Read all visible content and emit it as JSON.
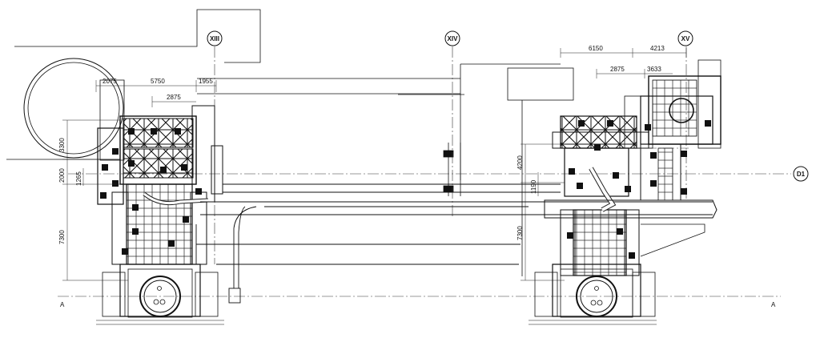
{
  "drawing": {
    "grid_axes": [
      "XIII",
      "XIV",
      "XV",
      "D1"
    ],
    "section_mark": "A",
    "dimensions": {
      "left_top": [
        "2075",
        "5750",
        "1955"
      ],
      "left_mid": "2875",
      "left_vertical": [
        "3300",
        "2000",
        "1265",
        "7300"
      ],
      "right_top": [
        "6150",
        "4213"
      ],
      "right_mid": [
        "2875",
        "3633"
      ],
      "right_vertical": [
        "4200",
        "1190",
        "7300"
      ]
    }
  }
}
